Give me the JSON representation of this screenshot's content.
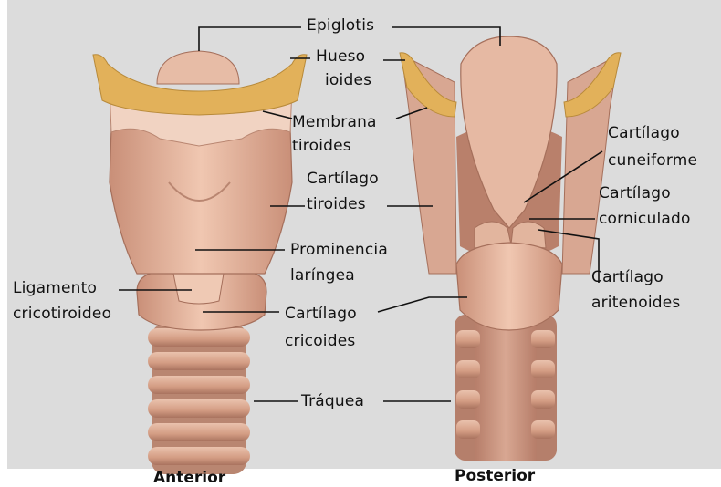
{
  "views": {
    "anterior": "Anterior",
    "posterior": "Posterior"
  },
  "labels": {
    "epiglotis": "Epiglotis",
    "hueso_ioides": [
      "Hueso",
      "ioides"
    ],
    "membrana_tiroides": [
      "Membrana",
      "tiroides"
    ],
    "cartilago_tiroides": [
      "Cartílago",
      "tiroides"
    ],
    "prominencia_laringea": [
      "Prominencia",
      "laríngea"
    ],
    "ligamento_cricotiroideo": [
      "Ligamento",
      "cricotiroideo"
    ],
    "cartilago_cricoides": [
      "Cartílago",
      "cricoides"
    ],
    "traquea": "Tráquea",
    "cartilago_cuneiforme": [
      "Cartílago",
      "cuneiforme"
    ],
    "cartilago_corniculado": [
      "Cartílago",
      "corniculado"
    ],
    "cartilago_aritenoides": [
      "Cartílago",
      "aritenoides"
    ]
  },
  "colors": {
    "background_panel": "#dcdcdc",
    "tissue": "#e8b9a1",
    "tissue_dark": "#c9907a",
    "hyoid_bone": "#e2b15a",
    "trachea_ring": "#d9a58c",
    "leader_line": "#111111"
  }
}
